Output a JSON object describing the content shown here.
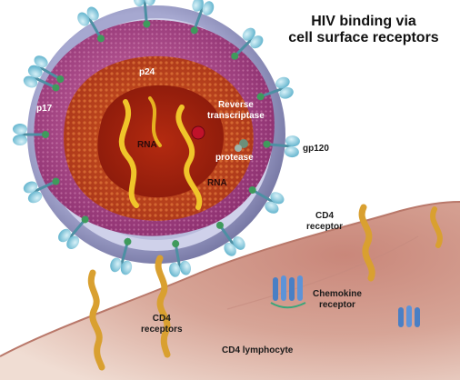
{
  "title": {
    "line1": "HIV binding via",
    "line2": "cell surface receptors"
  },
  "labels": {
    "p24": "p24",
    "p17": "p17",
    "reverse_transcriptase_line1": "Reverse",
    "reverse_transcriptase_line2": "transcriptase",
    "rna_1": "RNA",
    "rna_2": "RNA",
    "protease": "protease",
    "gp120": "gp120",
    "cd4_receptor_line1": "CD4",
    "cd4_receptor_line2": "receptor",
    "chemokine_line1": "Chemokine",
    "chemokine_line2": "receptor",
    "cd4_receptors_line1": "CD4",
    "cd4_receptors_line2": "receptors",
    "cd4_lymphocyte": "CD4 lymphocyte"
  },
  "colors": {
    "envelope_outer": "#8e8fb8",
    "envelope_band": "#c9cbe4",
    "matrix": "#b0508f",
    "capsid_interior": "#c4441c",
    "core_center": "#a8200f",
    "gp120_knob": "#7cc7dc",
    "gp41_node": "#3f9a5c",
    "cell_membrane": "#d9a99a",
    "cd4_protein": "#d9a030",
    "chemokine_receptor": "#4a7fc4"
  }
}
